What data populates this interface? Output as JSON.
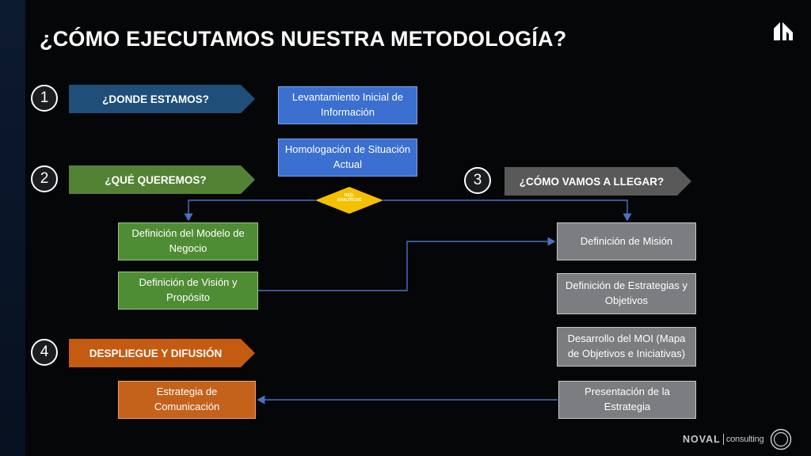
{
  "title": "¿CÓMO EJECUTAMOS NUESTRA METODOLOGÍA?",
  "steps": [
    {
      "number": "1",
      "label": "¿DONDE ESTAMOS?",
      "color": "#1f4e79"
    },
    {
      "number": "2",
      "label": "¿QUÉ QUEREMOS?",
      "color": "#548235"
    },
    {
      "number": "3",
      "label": "¿CÓMO VAMOS A LLEGAR?",
      "color": "#595959"
    },
    {
      "number": "4",
      "label": "DESPLIEGUE Y DIFUSIÓN",
      "color": "#c55a11"
    }
  ],
  "boxes": {
    "levantamiento": "Levantamiento Inicial de Información",
    "homologacion": "Homologación de Situación Actual",
    "modelo_negocio": "Definición del Modelo de Negocio",
    "vision": "Definición de Visión y Propósito",
    "mision": "Definición de Misión",
    "estrategias": "Definición de Estrategias y Objetivos",
    "moi": "Desarrollo del MOI (Mapa de Objetivos e Iniciativas)",
    "presentacion": "Presentación de la Estrategia",
    "comunicacion": "Estrategia de Comunicación"
  },
  "decision": {
    "line1": "REQ.",
    "line2": "ANALÍTICOS",
    "color": "#f5c000"
  },
  "footer": {
    "brand": "NOVAL",
    "suffix": "consulting"
  }
}
